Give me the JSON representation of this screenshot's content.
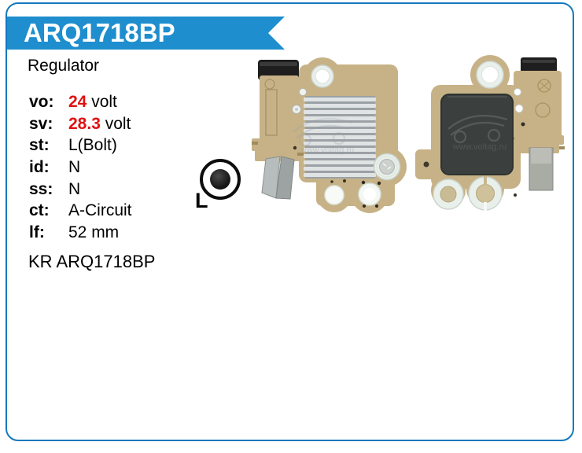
{
  "header": {
    "part_number": "ARQ1718BP"
  },
  "product": {
    "type_label": "Regulator",
    "footer_code": "KR ARQ1718BP"
  },
  "specs": {
    "rows": [
      {
        "label": "vo:",
        "highlight": "24",
        "rest": " volt"
      },
      {
        "label": "sv:",
        "highlight": "28.3",
        "rest": " volt"
      },
      {
        "label": "st:",
        "highlight": "",
        "rest": "L(Bolt)"
      },
      {
        "label": "id:",
        "highlight": "",
        "rest": "N"
      },
      {
        "label": "ss:",
        "highlight": "",
        "rest": "N"
      },
      {
        "label": "ct:",
        "highlight": "",
        "rest": "A-Circuit"
      },
      {
        "label": "lf:",
        "highlight": "",
        "rest": "52 mm"
      }
    ]
  },
  "terminal": {
    "label": "L"
  },
  "watermark": {
    "text": "www.voltag.ru"
  },
  "colors": {
    "banner_blue": "#1E8ECE",
    "border_blue": "#1379BE",
    "value_red": "#E01111",
    "body_tan": "#C7B287",
    "body_tan_dark": "#A08B5E",
    "epoxy_gray": "#3B403E",
    "heatsink_silver": "#9BA1A4",
    "heatsink_fin": "#DFE3E4",
    "ceramic_white": "#E9EFEA",
    "brush_metal": "#9BA1A1",
    "connector_black": "#1E1E1E"
  }
}
